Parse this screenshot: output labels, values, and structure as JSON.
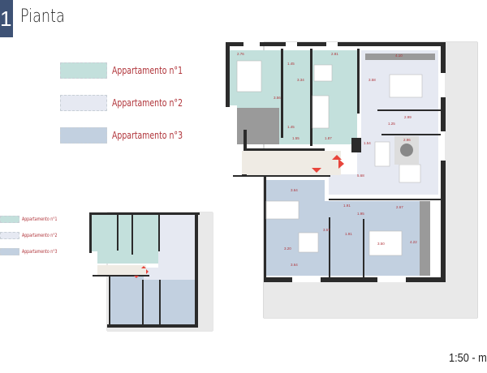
{
  "header": {
    "section_number": "1",
    "title": "Pianta"
  },
  "legend": [
    {
      "label": "Appartamento n°1",
      "color": "#c3e0dc"
    },
    {
      "label": "Appartamento n°2",
      "color": "#e6e9f2"
    },
    {
      "label": "Appartamento n°3",
      "color": "#c2d0e0"
    }
  ],
  "small_legend": [
    {
      "label": "Appartamento n°1"
    },
    {
      "label": "Appartamento n°2"
    },
    {
      "label": "Appartamento n°3"
    }
  ],
  "dimensions": [
    "2.76",
    "1.45",
    "2.81",
    "4.10",
    "3.56",
    "3.34",
    "1.45",
    "1.55",
    "1.87",
    "3.58",
    "2.99",
    "1.25",
    "2.96",
    "1.54",
    "5.68",
    "1.91",
    "2.67",
    "3.64",
    "3.57",
    "1.95",
    "1.91",
    "3.64",
    "3.20",
    "4.22",
    "3.50"
  ],
  "scale": "1:50 - m",
  "colors": {
    "wall": "#2b2b2b",
    "corridor": "#efebe4",
    "site": "#e9e9e9",
    "entrance_arrow": "#e8453c"
  }
}
